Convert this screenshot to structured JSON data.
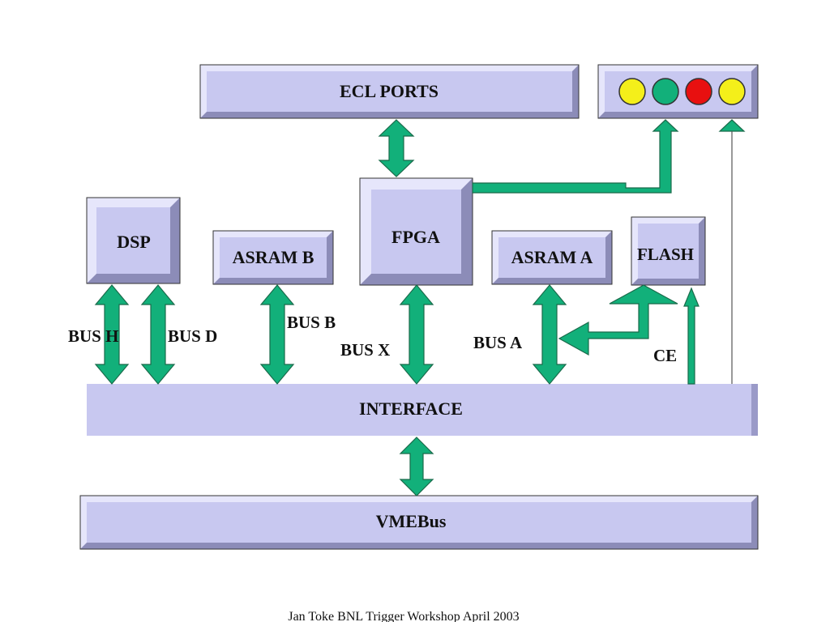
{
  "colors": {
    "box_fill": "#c8c8f0",
    "box_bevel_light": "#e6e6fb",
    "box_bevel_dark": "#8c8cb8",
    "interface_fill": "#c8c8f0",
    "arrow_fill": "#12b07a",
    "arrow_stroke": "#1a6a4a",
    "led_yellow": "#f4ef1a",
    "led_green": "#12b07a",
    "led_red": "#e81010"
  },
  "blocks": {
    "ecl_ports": "ECL PORTS",
    "fpga": "FPGA",
    "dsp": "DSP",
    "asram_b": "ASRAM B",
    "asram_a": "ASRAM A",
    "flash": "FLASH",
    "interface": "INTERFACE",
    "vmebus": "VMEBus"
  },
  "indicators": [
    "yellow",
    "green",
    "red",
    "yellow"
  ],
  "bus_labels": {
    "bus_h": "BUS H",
    "bus_d": "BUS D",
    "bus_b": "BUS B",
    "bus_x": "BUS X",
    "bus_a": "BUS A",
    "ce": "CE"
  },
  "footer": "Jan Toke BNL Trigger Workshop  April 2003"
}
